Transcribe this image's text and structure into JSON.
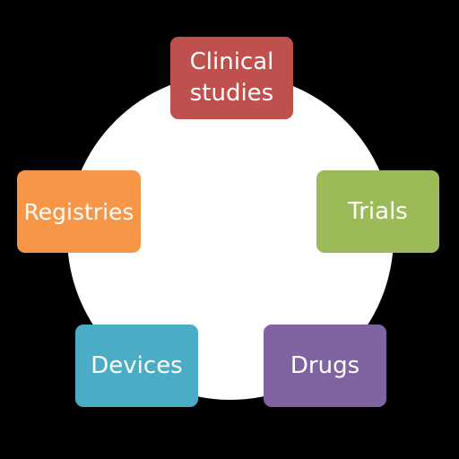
{
  "diagram": {
    "nodes": [
      {
        "id": "clinical",
        "label": "Clinical\nstudies",
        "color": "#c0504d"
      },
      {
        "id": "trials",
        "label": "Trials",
        "color": "#9bbb59"
      },
      {
        "id": "drugs",
        "label": "Drugs",
        "color": "#8064a2"
      },
      {
        "id": "devices",
        "label": "Devices",
        "color": "#4bacc6"
      },
      {
        "id": "registries",
        "label": "Registries",
        "color": "#f79646"
      }
    ],
    "background_color": "#000000",
    "circle_color": "#ffffff"
  }
}
